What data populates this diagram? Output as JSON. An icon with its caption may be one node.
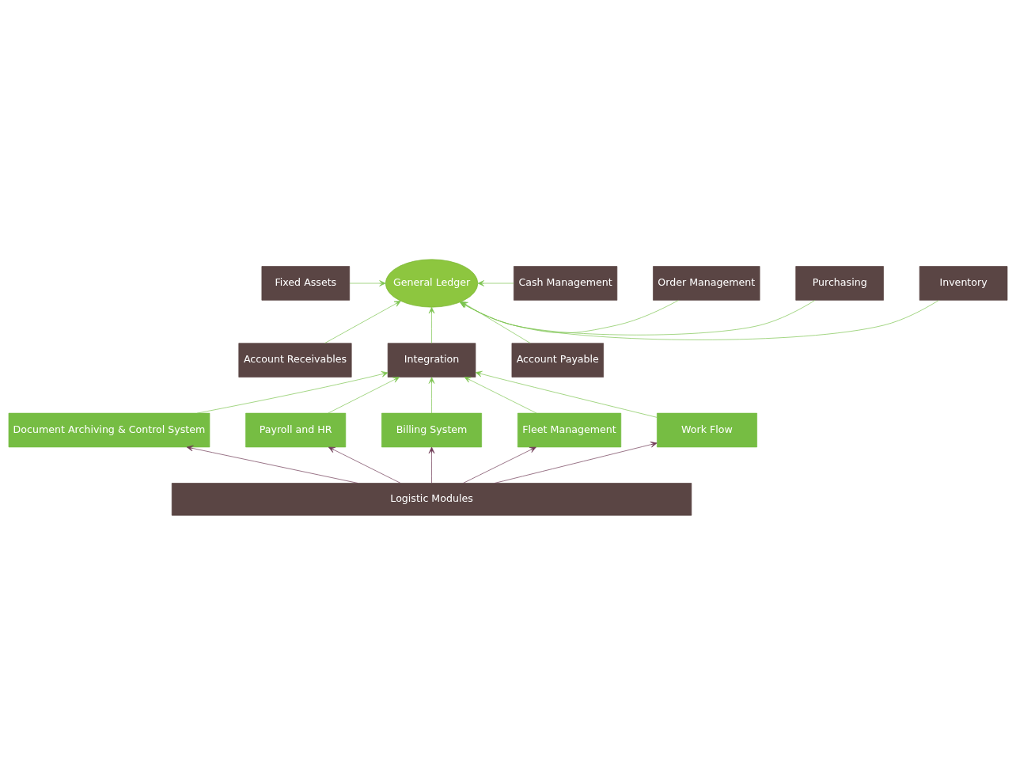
{
  "diagram": {
    "nodes": [
      {
        "text": [
          "Fixed Assets"
        ]
      },
      {
        "text": [
          "Cash Management"
        ]
      },
      {
        "text": [
          "Order Management"
        ]
      },
      {
        "text": [
          "Purchasing"
        ]
      },
      {
        "text": [
          "General Ledger"
        ]
      },
      {
        "text": [
          "Inventory"
        ]
      },
      {
        "text": [
          "Account Receivables"
        ]
      },
      {
        "text": [
          "Integration"
        ]
      },
      {
        "text": [
          "Account Payable"
        ]
      },
      {
        "text": [
          "Document Archiving & Control System"
        ]
      },
      {
        "text": [
          "Payroll and HR"
        ]
      },
      {
        "text": [
          "Billing System"
        ]
      },
      {
        "text": [
          "Fleet Management"
        ]
      },
      {
        "text": [
          "Work Flow"
        ]
      },
      {
        "text": [
          "Logistic Modules"
        ]
      }
    ],
    "edges": [
      {
        "from": 0,
        "to": 4,
        "arrow": "to"
      },
      {
        "from": 1,
        "to": 4,
        "arrow": "to"
      },
      {
        "from": 2,
        "to": 4,
        "arrow": "to"
      },
      {
        "from": 3,
        "to": 4,
        "arrow": "to"
      },
      {
        "from": 5,
        "to": 4,
        "arrow": "to"
      },
      {
        "from": 6,
        "to": 4,
        "arrow": "to"
      },
      {
        "from": 7,
        "to": 4,
        "arrow": "to"
      },
      {
        "from": 8,
        "to": 4,
        "arrow": "to"
      },
      {
        "from": 9,
        "to": 7,
        "arrow": "to"
      },
      {
        "from": 10,
        "to": 7,
        "arrow": "to"
      },
      {
        "from": 11,
        "to": 7,
        "arrow": "to"
      },
      {
        "from": 12,
        "to": 7,
        "arrow": "to"
      },
      {
        "from": 13,
        "to": 7,
        "arrow": "to"
      },
      {
        "from": 14,
        "to": 9,
        "arrow": "to",
        "color": "#6e3a55"
      },
      {
        "from": 14,
        "to": 10,
        "arrow": "to",
        "color": "#6e3a55"
      },
      {
        "from": 14,
        "to": 11,
        "arrow": "to",
        "color": "#6e3a55"
      },
      {
        "from": 14,
        "to": 12,
        "arrow": "to",
        "color": "#6e3a55"
      },
      {
        "from": 14,
        "to": 13,
        "arrow": "to",
        "color": "#6e3a55"
      }
    ]
  }
}
